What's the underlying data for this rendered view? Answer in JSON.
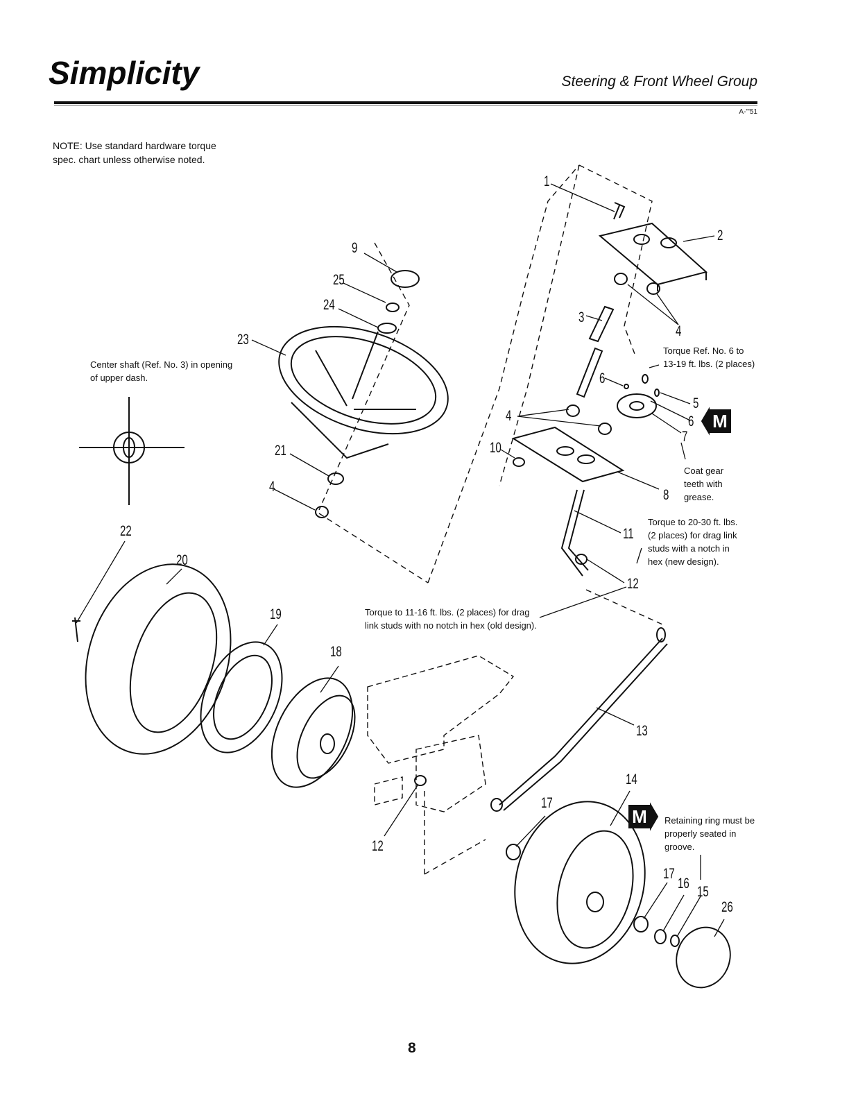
{
  "header": {
    "brand": "Simplicity",
    "section_title": "Steering & Front Wheel Group",
    "doc_code": "A-\"'51"
  },
  "notes": {
    "general": "NOTE: Use standard hardware torque spec. chart unless otherwise noted.",
    "center_shaft": "Center shaft (Ref. No. 3) in opening of upper dash.",
    "torque_ref_6": "Torque Ref. No. 6 to 13-19 ft. lbs. (2 places)",
    "grease": "Coat gear teeth with grease.",
    "torque_new": "Torque to 20-30 ft. lbs. (2 places) for drag link studs with a notch in hex (new design).",
    "torque_old": "Torque to 11-16 ft. lbs. (2 places) for drag link studs with no notch in hex (old design).",
    "retaining_ring": "Retaining ring must be properly seated in groove."
  },
  "badges": {
    "m1": "M",
    "m2": "M"
  },
  "callouts": [
    "1",
    "2",
    "3",
    "4",
    "4",
    "4",
    "5",
    "6",
    "6",
    "7",
    "8",
    "9",
    "10",
    "11",
    "12",
    "12",
    "13",
    "14",
    "15",
    "16",
    "17",
    "17",
    "18",
    "19",
    "20",
    "21",
    "22",
    "23",
    "24",
    "25",
    "26"
  ],
  "page_number": "8"
}
